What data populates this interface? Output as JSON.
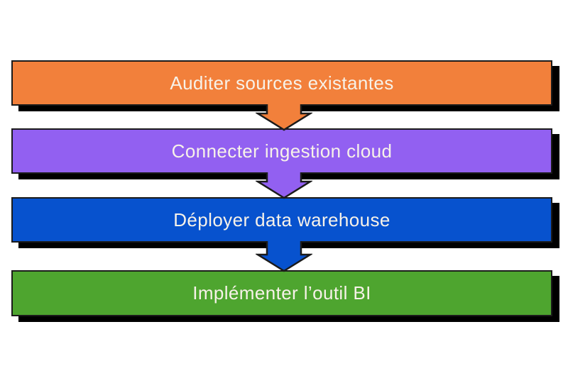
{
  "flowchart": {
    "background_color": "#ffffff",
    "shadow_color": "#000000",
    "outline_color": "#1b1b1b",
    "label_color": "#f7f2e9",
    "steps": [
      {
        "label": "Auditer sources existantes",
        "color": "#f2803b"
      },
      {
        "label": "Connecter ingestion cloud",
        "color": "#9260f1"
      },
      {
        "label": "Déployer data warehouse",
        "color": "#0752ce"
      },
      {
        "label": "Implémenter l’outil BI",
        "color": "#4ea52f"
      }
    ]
  }
}
